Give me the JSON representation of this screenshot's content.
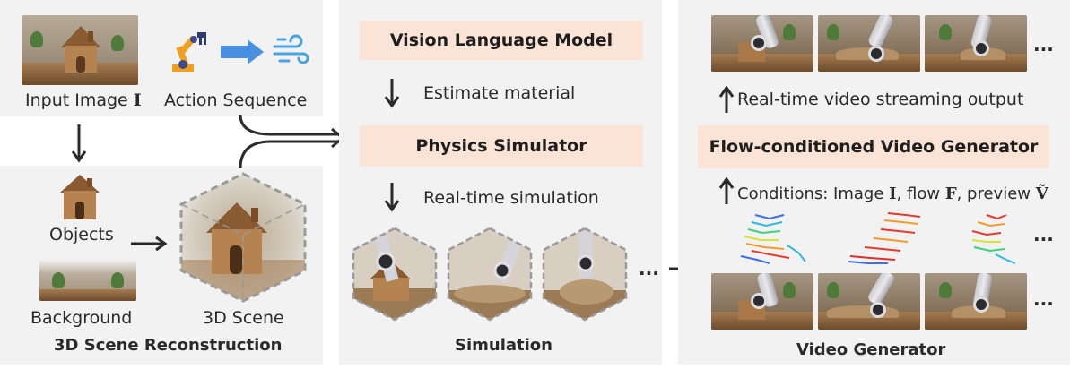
{
  "left_panel": {
    "input_image_label": "Input Image",
    "input_image_symbol": "I",
    "action_sequence_label": "Action Sequence",
    "objects_label": "Objects",
    "background_label": "Background",
    "scene_label": "3D Scene",
    "section_title": "3D Scene Reconstruction"
  },
  "middle_panel": {
    "vlm_box": "Vision Language Model",
    "estimate_label": "Estimate material",
    "physics_box": "Physics Simulator",
    "realtime_sim_label": "Real-time simulation",
    "section_title": "Simulation",
    "ellipsis": "..."
  },
  "right_panel": {
    "stream_label": "Real-time video streaming output",
    "generator_box": "Flow-conditioned Video Generator",
    "conditions_prefix": "Conditions: Image ",
    "conditions_image_symbol": "I",
    "conditions_flow_prefix": ", flow ",
    "conditions_flow_symbol": "F",
    "conditions_preview_prefix": ", preview ",
    "conditions_preview_symbol": "Ṽ",
    "section_title": "Video Generator",
    "ellipsis": "..."
  },
  "colors": {
    "panel_bg": "#f2f2f2",
    "box_bg": "#fbe3d6",
    "arrow": "#2b2b2b",
    "hex_dash": "#9a9a9a"
  },
  "icons": [
    "house-photo",
    "robot-arm-icon",
    "right-arrow-icon",
    "wind-icon",
    "house-icon",
    "background-photo"
  ]
}
